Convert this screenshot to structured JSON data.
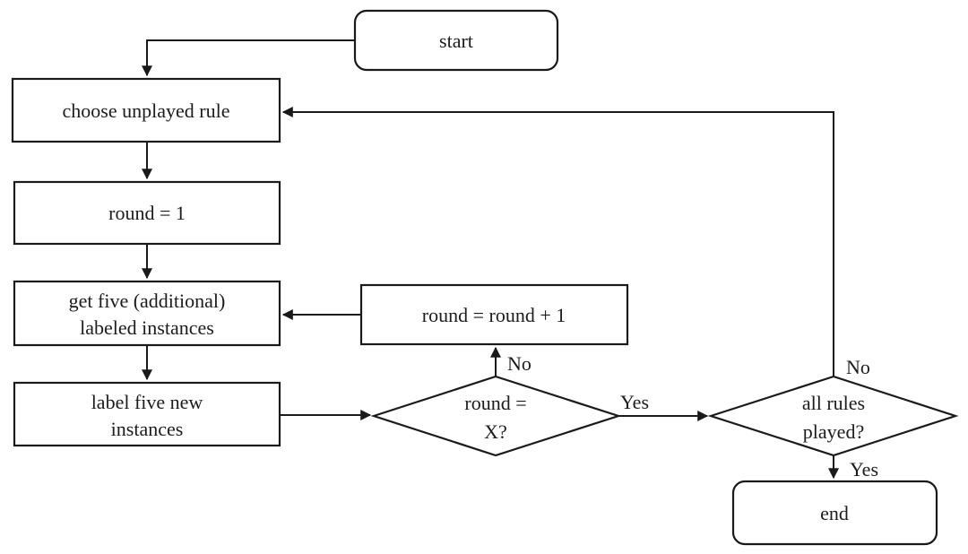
{
  "colors": {
    "background": "#ffffff",
    "line": "#1a1a1a",
    "text": "#1c1c1c"
  },
  "nodes": {
    "start": {
      "label": "start"
    },
    "choose_rule": {
      "label": "choose unplayed rule"
    },
    "round_one": {
      "label": "round = 1"
    },
    "get_five": {
      "line1": "get five (additional)",
      "line2": "labeled instances"
    },
    "label_five": {
      "line1": "label five new",
      "line2": "instances"
    },
    "increment": {
      "label": "round = round + 1"
    },
    "round_x": {
      "line1": "round =",
      "line2": "X?"
    },
    "all_rules": {
      "line1": "all rules",
      "line2": "played?"
    },
    "end": {
      "label": "end"
    }
  },
  "edge_labels": {
    "round_x_no": "No",
    "round_x_yes": "Yes",
    "all_rules_no": "No",
    "all_rules_yes": "Yes"
  }
}
